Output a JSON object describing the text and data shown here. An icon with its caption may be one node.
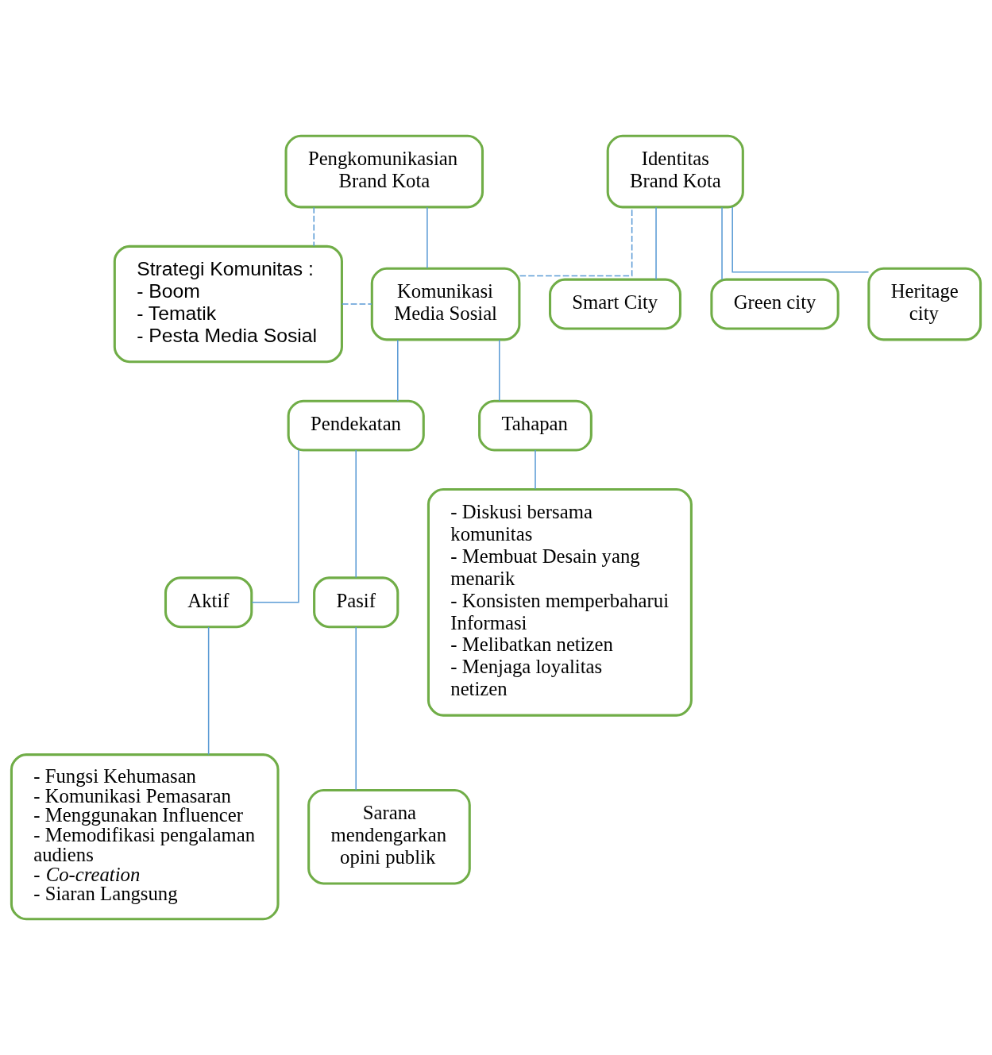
{
  "diagram": {
    "nodes": [
      {
        "text": [
          "Pengkomunikasian Brand Kota"
        ]
      },
      {
        "text": [
          "Identitas Brand Kota"
        ]
      },
      {
        "text": [
          "Strategi Komunitas :",
          "- Boom",
          "- Tematik",
          "- Pesta Media Sosial"
        ]
      },
      {
        "text": [
          "Komunikasi Media Sosial"
        ]
      },
      {
        "text": [
          "Smart City"
        ]
      },
      {
        "text": [
          "Green city"
        ]
      },
      {
        "text": [
          "Heritage city"
        ]
      },
      {
        "text": [
          "Pendekatan"
        ]
      },
      {
        "text": [
          "Aktif"
        ]
      },
      {
        "text": [
          "Pasif"
        ]
      },
      {
        "text": [
          "Tahapan"
        ]
      },
      {
        "text": [
          "- Fungsi Kehumasan",
          "- Komunikasi Pemasaran",
          "- Menggunakan Influencer",
          "- Memodifikasi pengalaman audiens",
          "- *Co-creation*",
          "- Siaran Langsung"
        ]
      },
      {
        "text": [
          "Sarana mendengarkan opini publik"
        ]
      },
      {
        "text": [
          "- Diskusi bersama komunitas",
          "- Membuat Desain yang menarik",
          "- Konsisten memperbaharui Informasi",
          "- Melibatkan netizen",
          "- Menjaga loyalitas netizen"
        ]
      }
    ],
    "edges": [
      {
        "from": 0,
        "to": 3,
        "arrow": "none"
      },
      {
        "from": 0,
        "to": 2,
        "arrow": "none",
        "style": "dashed"
      },
      {
        "from": 2,
        "to": 3,
        "arrow": "none",
        "style": "dashed"
      },
      {
        "from": 3,
        "to": 1,
        "arrow": "none",
        "style": "dashed"
      },
      {
        "from": 1,
        "to": 4,
        "arrow": "none"
      },
      {
        "from": 1,
        "to": 5,
        "arrow": "none"
      },
      {
        "from": 1,
        "to": 6,
        "arrow": "none"
      },
      {
        "from": 3,
        "to": 7,
        "arrow": "none"
      },
      {
        "from": 3,
        "to": 10,
        "arrow": "none"
      },
      {
        "from": 7,
        "to": 8,
        "arrow": "none"
      },
      {
        "from": 7,
        "to": 9,
        "arrow": "none"
      },
      {
        "from": 8,
        "to": 11,
        "arrow": "none"
      },
      {
        "from": 9,
        "to": 12,
        "arrow": "none"
      },
      {
        "from": 10,
        "to": 13,
        "arrow": "none"
      }
    ]
  }
}
